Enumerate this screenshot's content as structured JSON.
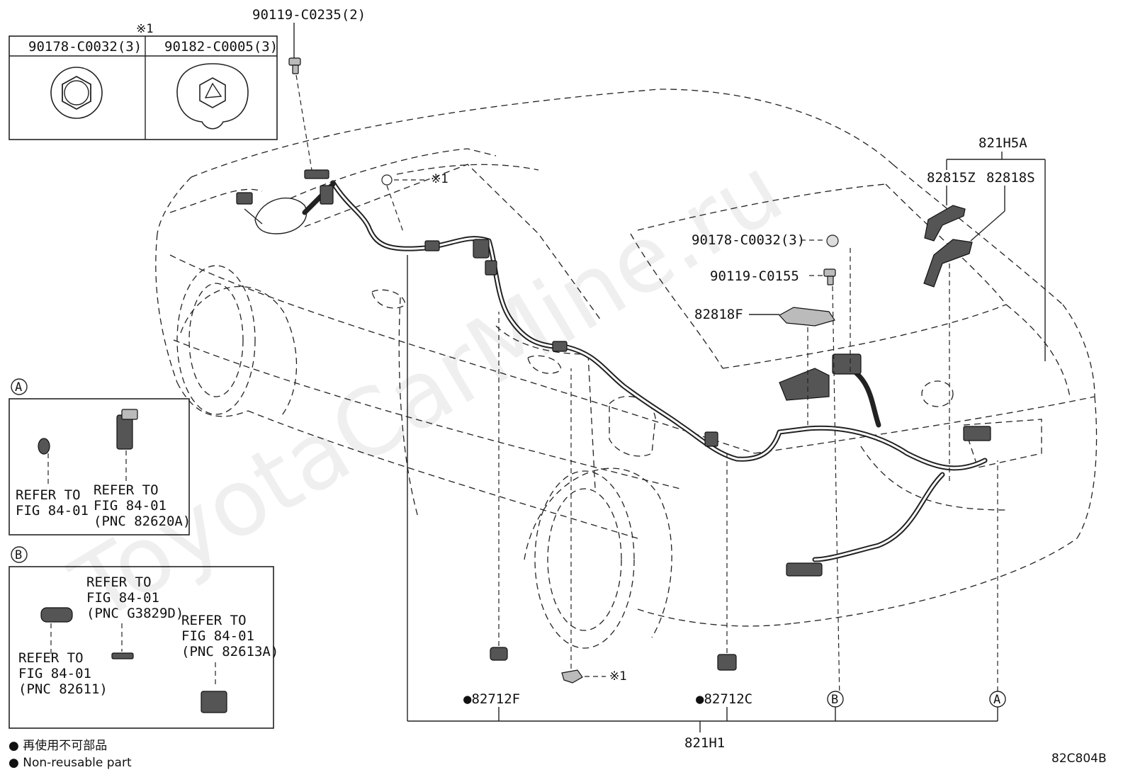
{
  "inset_top": {
    "note_mark": "※1",
    "col1_part": "90178-C0032(3)",
    "col2_part": "90182-C0005(3)"
  },
  "box_a": {
    "circle_label": "A",
    "ref1": [
      "REFER TO",
      "FIG 84-01"
    ],
    "ref2": [
      "REFER TO",
      "FIG 84-01",
      "(PNC 82620A)"
    ]
  },
  "box_b": {
    "circle_label": "B",
    "ref1": [
      "REFER TO",
      "FIG 84-01",
      "(PNC G3829D)"
    ],
    "ref2": [
      "REFER TO",
      "FIG 84-01",
      "(PNC 82613A)"
    ],
    "ref3": [
      "REFER TO",
      "FIG 84-01",
      "(PNC 82611)"
    ]
  },
  "callouts": {
    "bolt_top": "90119-C0235(2)",
    "clip_mark_upper": "※1",
    "assy_821H5A": "821H5A",
    "part_82815Z": "82815Z",
    "part_82818S": "82818S",
    "nut_rear": "90178-C0032(3)",
    "bolt_rear": "90119-C0155",
    "part_82818F": "82818F",
    "part_82712F": "●82712F",
    "part_82712C": "●82712C",
    "clip_mark_lower": "※1",
    "circle_b": "B",
    "circle_a": "A",
    "assy_821H1": "821H1"
  },
  "legend": {
    "jp": "● 再使用不可部品",
    "en": "● Non-reusable part"
  },
  "diagram_code": "82C804B",
  "watermark": "ToyotaCarMine.ru"
}
